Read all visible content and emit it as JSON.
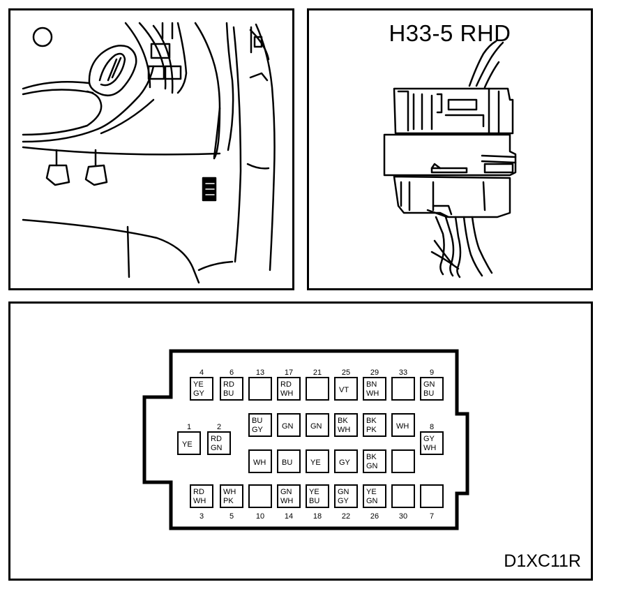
{
  "connector": {
    "title": "H33-5 RHD",
    "figure_code": "D1XC11R"
  },
  "pins": [
    {
      "n": "4",
      "c": [
        "YE",
        "GY"
      ]
    },
    {
      "n": "6",
      "c": [
        "RD",
        "BU"
      ]
    },
    {
      "n": "13",
      "c": []
    },
    {
      "n": "17",
      "c": [
        "RD",
        "WH"
      ]
    },
    {
      "n": "21",
      "c": []
    },
    {
      "n": "25",
      "c": [
        "VT"
      ]
    },
    {
      "n": "29",
      "c": [
        "BN",
        "WH"
      ]
    },
    {
      "n": "33",
      "c": []
    },
    {
      "n": "9",
      "c": [
        "GN",
        "BU"
      ]
    },
    {
      "n": "1",
      "c": [
        "YE"
      ]
    },
    {
      "n": "2",
      "c": [
        "RD",
        "GN"
      ]
    },
    {
      "n": "",
      "c": [
        "BU",
        "GY"
      ]
    },
    {
      "n": "",
      "c": [
        "GN"
      ]
    },
    {
      "n": "",
      "c": [
        "GN"
      ]
    },
    {
      "n": "",
      "c": [
        "BK",
        "WH"
      ]
    },
    {
      "n": "",
      "c": [
        "BK",
        "PK"
      ]
    },
    {
      "n": "",
      "c": [
        "WH"
      ]
    },
    {
      "n": "8",
      "c": [
        "GY",
        "WH"
      ]
    },
    {
      "n": "",
      "c": [
        "WH"
      ]
    },
    {
      "n": "",
      "c": [
        "BU"
      ]
    },
    {
      "n": "",
      "c": [
        "YE"
      ]
    },
    {
      "n": "",
      "c": [
        "GY"
      ]
    },
    {
      "n": "",
      "c": [
        "BK",
        "GN"
      ]
    },
    {
      "n": "",
      "c": []
    },
    {
      "n": "3",
      "c": [
        "RD",
        "WH"
      ]
    },
    {
      "n": "5",
      "c": [
        "WH",
        "PK"
      ]
    },
    {
      "n": "10",
      "c": []
    },
    {
      "n": "14",
      "c": [
        "GN",
        "WH"
      ]
    },
    {
      "n": "18",
      "c": [
        "YE",
        "BU"
      ]
    },
    {
      "n": "22",
      "c": [
        "GN",
        "GY"
      ]
    },
    {
      "n": "26",
      "c": [
        "YE",
        "GN"
      ]
    },
    {
      "n": "30",
      "c": []
    },
    {
      "n": "7",
      "c": []
    }
  ]
}
